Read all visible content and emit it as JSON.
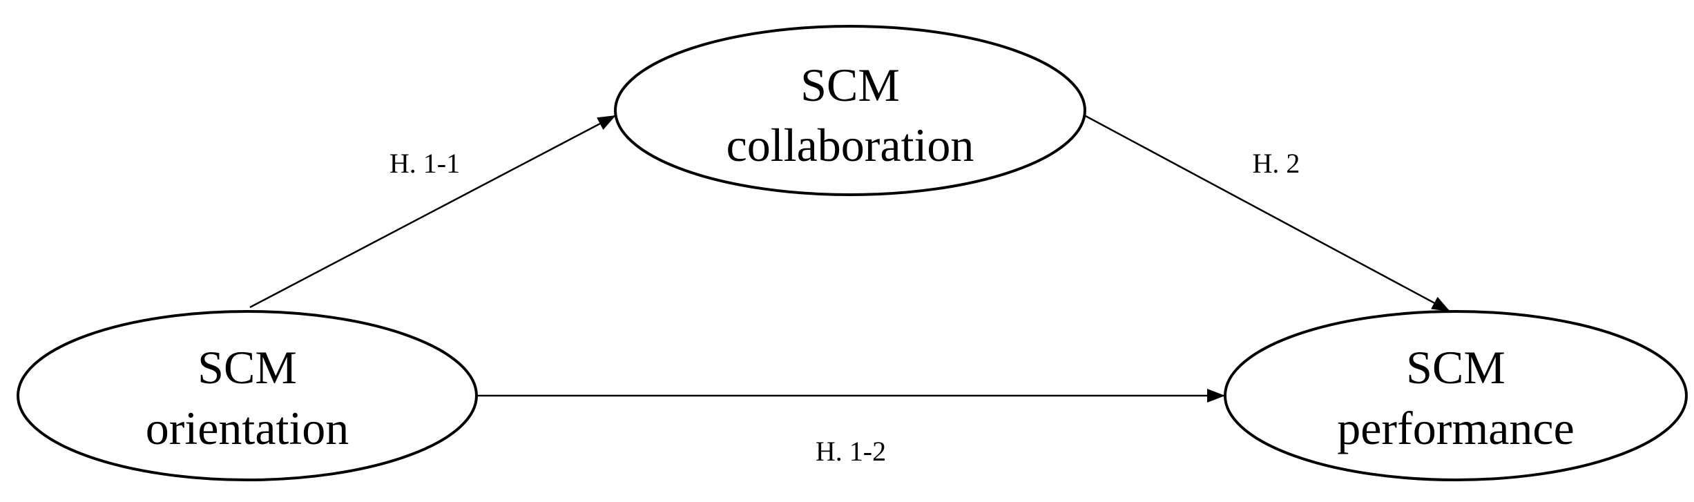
{
  "nodes": {
    "collaboration": {
      "line1": "SCM",
      "line2": "collaboration"
    },
    "orientation": {
      "line1": "SCM",
      "line2": "orientation"
    },
    "performance": {
      "line1": "SCM",
      "line2": "performance"
    }
  },
  "edges": {
    "orientation_to_collaboration": {
      "label": "H. 1-1"
    },
    "collaboration_to_performance": {
      "label": "H. 2"
    },
    "orientation_to_performance": {
      "label": "H. 1-2"
    }
  },
  "colors": {
    "stroke": "#000000",
    "background": "#ffffff"
  }
}
